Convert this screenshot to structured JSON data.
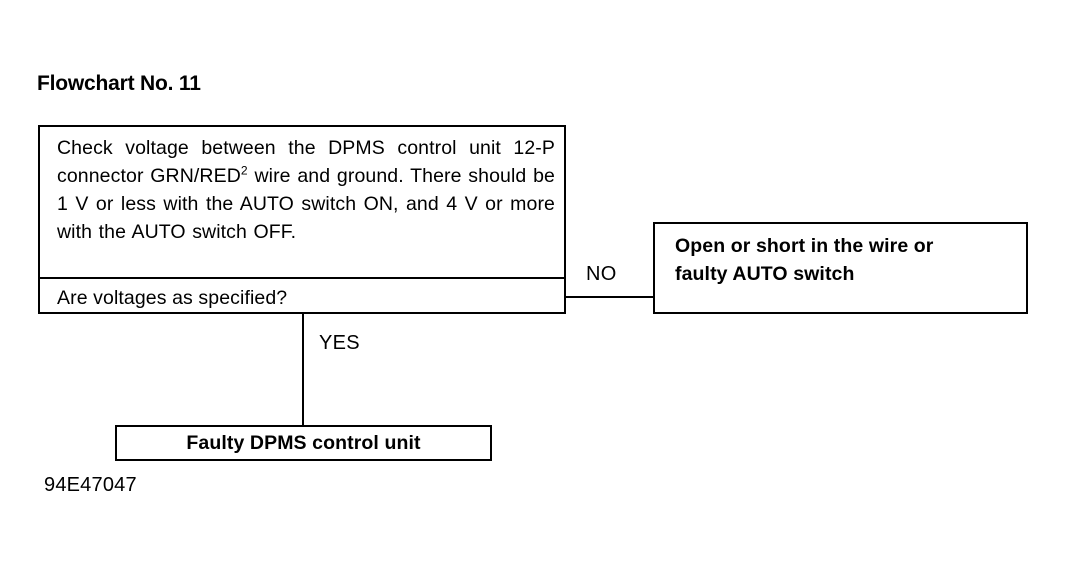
{
  "figure": {
    "title": "Flowchart No. 11",
    "caption": "94E47047"
  },
  "decision": {
    "instruction_line1": "Check voltage between the DPMS control",
    "instruction_line2_pre": "unit 12-P connector GRN/RED",
    "instruction_line2_sup": "2",
    "instruction_line2_post": " wire and",
    "instruction_line3": "ground. There should be 1 V or less with",
    "instruction_line4": "the AUTO switch ON, and 4 V or more with",
    "instruction_line5": "the AUTO switch OFF.",
    "question": "Are voltages as specified?"
  },
  "branches": {
    "no_label": "NO",
    "yes_label": "YES"
  },
  "outcomes": {
    "no_result_line1": "Open or short in the wire or",
    "no_result_line2": "faulty AUTO switch",
    "yes_result": "Faulty DPMS control unit"
  },
  "chart_data": {
    "type": "diagram",
    "title": "Flowchart No. 11",
    "nodes": [
      {
        "id": "decision",
        "kind": "decision",
        "instruction": "Check voltage between the DPMS control unit 12-P connector GRN/RED2 wire and ground. There should be 1 V or less with the AUTO switch ON, and 4 V or more with the AUTO switch OFF.",
        "question": "Are voltages as specified?"
      },
      {
        "id": "outcome-no",
        "kind": "terminal",
        "text": "Open or short in the wire or faulty AUTO switch"
      },
      {
        "id": "outcome-yes",
        "kind": "terminal",
        "text": "Faulty DPMS control unit"
      }
    ],
    "edges": [
      {
        "from": "decision",
        "to": "outcome-no",
        "label": "NO",
        "direction": "right"
      },
      {
        "from": "decision",
        "to": "outcome-yes",
        "label": "YES",
        "direction": "down"
      }
    ]
  }
}
